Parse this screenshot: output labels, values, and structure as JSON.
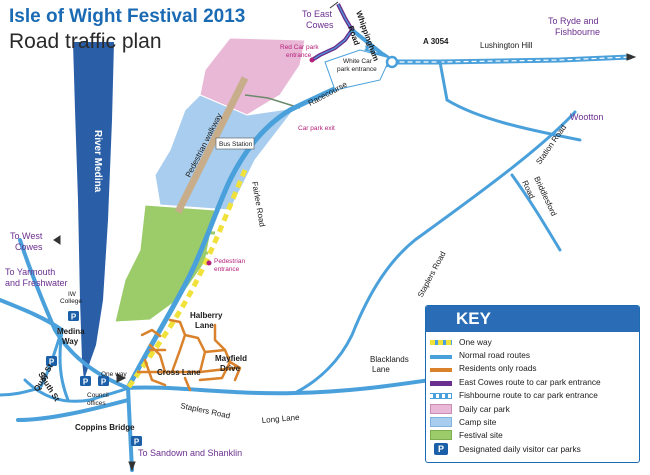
{
  "title": "Isle of Wight Festival 2013",
  "subtitle": "Road traffic plan",
  "colors": {
    "road": "#4aa0db",
    "one_way_yellow": "#f0e23a",
    "residents": "#d9822b",
    "east_cowes_route": "#6b2f8f",
    "daily_car_park": "#e8b8d6",
    "camp_site": "#a8cdee",
    "festival_site": "#9ccb6a",
    "river": "#2a5fa8",
    "parking_sign": "#1b5fa8",
    "key_header": "#2a6cb5"
  },
  "map_labels": {
    "river_medina": "River Medina",
    "to_east_cowes": [
      "To East",
      "Cowes"
    ],
    "whippingham_road": [
      "Whippingham",
      "Road"
    ],
    "to_ryde": [
      "To Ryde and",
      "Fishbourne"
    ],
    "a3054": "A 3054",
    "lushington_hill": "Lushington Hill",
    "red_car_park": [
      "Red Car park",
      "entrance"
    ],
    "white_car_park": [
      "White Car",
      "park entrance"
    ],
    "racecourse": "Racecourse",
    "car_park_exit": "Car park exit",
    "bus_station": "Bus Station",
    "pedestrian_walkway": "Pedestrian walkway",
    "wootton": "Wootton",
    "station_road": "Station Road",
    "briddlesford_road": [
      "Briddlesford",
      "Road"
    ],
    "fairlee_road": "Fairlee Road",
    "pedestrian_entrance": [
      "Pedestrian",
      "entrance"
    ],
    "to_west_cowes": [
      "To West",
      "Cowes"
    ],
    "to_yarmouth": [
      "To Yarmouth",
      "and Freshwater"
    ],
    "iw_college": [
      "IW",
      "College"
    ],
    "medina_way": [
      "Medina",
      "Way"
    ],
    "staplers_road_diag": "Staplers Road",
    "halberry_lane": [
      "Halberry",
      "Lane"
    ],
    "mayfield_drive": [
      "Mayfield",
      "Drive"
    ],
    "cross_lane": "Cross Lane",
    "one_way": "One way",
    "blacklands_lane": [
      "Blacklands",
      "Lane"
    ],
    "south_st": "South St",
    "quay_st": "Quay St",
    "council_offices": [
      "Council",
      "offices"
    ],
    "staplers_road": "Staplers Road",
    "long_lane": "Long Lane",
    "coppins_bridge": "Coppins Bridge",
    "to_sandown": "To Sandown and Shanklin",
    "parking_letter": "P"
  },
  "key": {
    "title": "KEY",
    "items": [
      {
        "label": "One way",
        "swatch": "oneway"
      },
      {
        "label": "Normal road routes",
        "swatch": "road"
      },
      {
        "label": "Residents only roads",
        "swatch": "residents"
      },
      {
        "label": "East Cowes route to car park entrance",
        "swatch": "eastcowes"
      },
      {
        "label": "Fishbourne route to car park entrance",
        "swatch": "fishbourne"
      },
      {
        "label": "Daily car park",
        "swatch": "daily"
      },
      {
        "label": "Camp site",
        "swatch": "camp"
      },
      {
        "label": "Festival site",
        "swatch": "festival"
      },
      {
        "label": "Designated daily visitor car parks",
        "swatch": "parking"
      }
    ]
  }
}
